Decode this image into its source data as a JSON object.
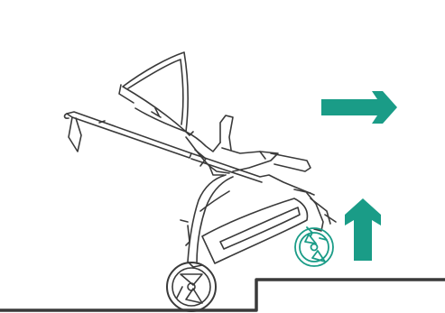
{
  "figure": {
    "subject": "stroller-icon",
    "colors": {
      "line": "#3a3a3a",
      "accent": "#1a9c87",
      "background": "#ffffff"
    },
    "arrows": [
      {
        "name": "forward-arrow-icon",
        "direction": "right"
      },
      {
        "name": "lift-arrow-icon",
        "direction": "up"
      }
    ],
    "highlighted_part": "front-wheel"
  }
}
